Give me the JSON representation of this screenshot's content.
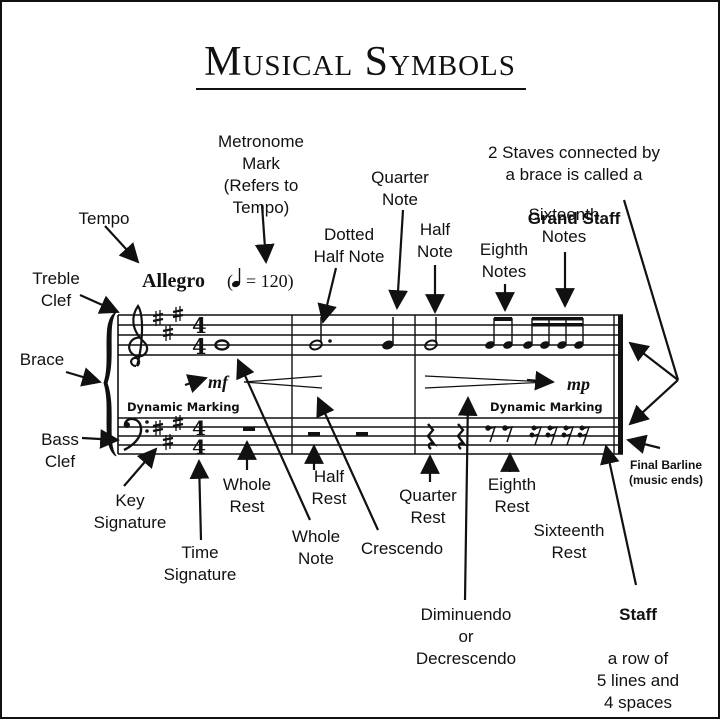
{
  "title": "Musical Symbols",
  "tempo": {
    "word": "Allegro",
    "metronome_prefix": "(",
    "metronome_eq": "= 120)"
  },
  "staff_text": {
    "mf": "mf",
    "mp": "mp",
    "dynamic_left": "Dynamic Marking",
    "dynamic_right": "Dynamic Marking"
  },
  "labels": {
    "metronome": "Metronome\nMark\n(Refers to Tempo)",
    "quarter_note": "Quarter\nNote",
    "grand_staff_prefix": "2 Staves connected by\na brace is called a",
    "grand_staff_bold": "Grand Staff",
    "sixteenth_notes": "Sixteenth\nNotes",
    "tempo": "Tempo",
    "dotted_half": "Dotted\nHalf Note",
    "half_note": "Half\nNote",
    "eighth_notes": "Eighth\nNotes",
    "treble_clef": "Treble\nClef",
    "brace": "Brace",
    "bass_clef": "Bass\nClef",
    "final_barline": "Final Barline\n(music ends)",
    "key_signature": "Key\nSignature",
    "whole_rest": "Whole\nRest",
    "half_rest": "Half\nRest",
    "quarter_rest": "Quarter\nRest",
    "eighth_rest": "Eighth\nRest",
    "whole_note": "Whole\nNote",
    "crescendo": "Crescendo",
    "time_signature": "Time\nSignature",
    "sixteenth_rest": "Sixteenth\nRest",
    "staff_bold": "Staff",
    "staff_desc": "a row of\n5 lines and\n4 spaces",
    "diminuendo": "Diminuendo\nor\nDecrescendo"
  }
}
